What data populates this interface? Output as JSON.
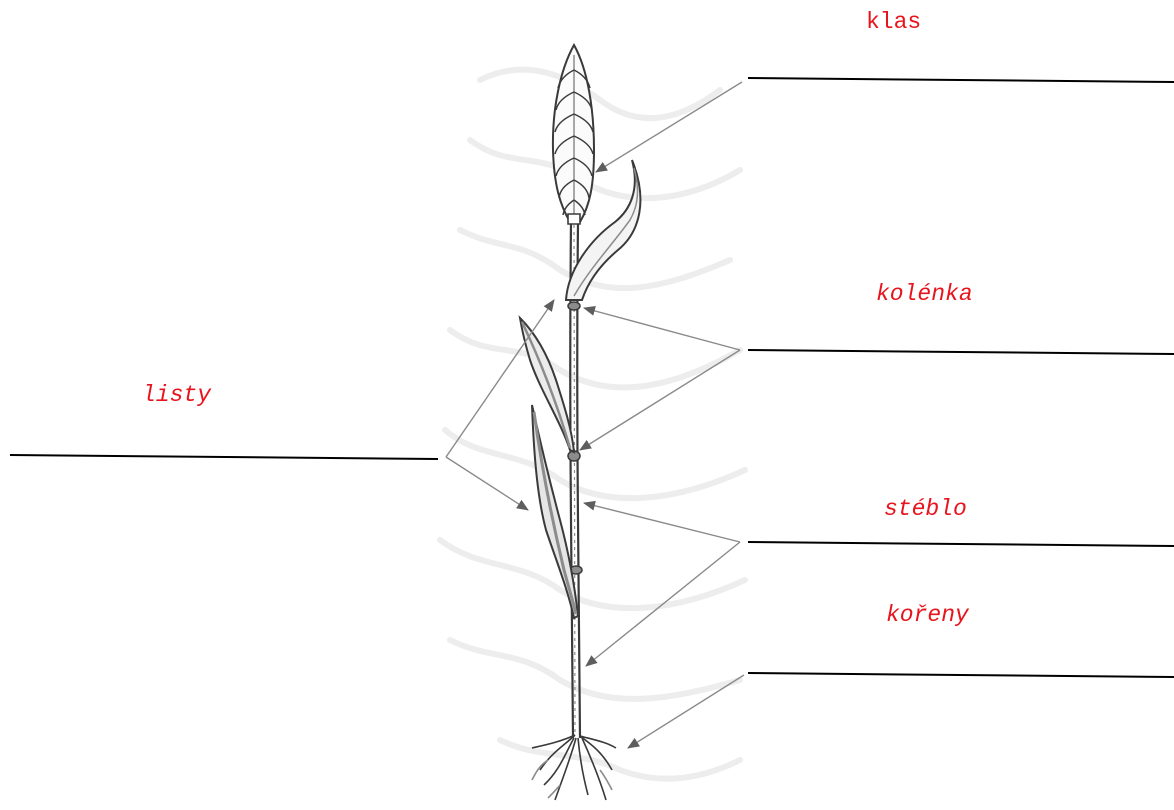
{
  "labels": {
    "spike": "klas",
    "nodes": "kolénka",
    "leaves": "listy",
    "stem": "stéblo",
    "roots": "kořeny"
  },
  "colors": {
    "label_text": "#e8141c",
    "answer_line": "#000000",
    "pointer_line": "#8a8a8a",
    "arrowhead": "#5e5e5e",
    "plant_outline": "#3a3a3a",
    "plant_shade": "#8c8c8c",
    "background_sketch": "#ededed"
  }
}
